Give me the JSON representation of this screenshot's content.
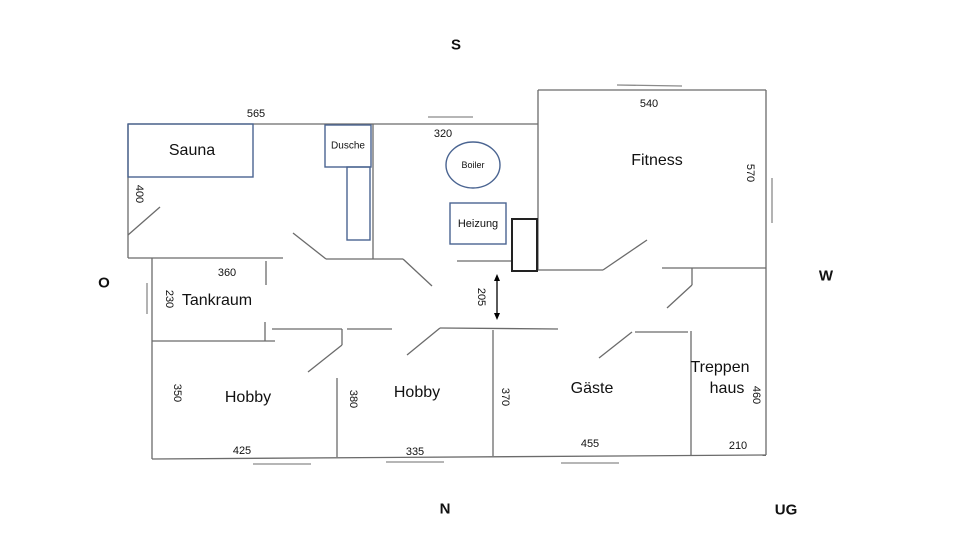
{
  "compass": {
    "south": "S",
    "north": "N",
    "east": "O",
    "west": "W",
    "level": "UG"
  },
  "rooms": {
    "sauna": "Sauna",
    "dusche": "Dusche",
    "boiler": "Boiler",
    "heizung": "Heizung",
    "fitness": "Fitness",
    "tankraum": "Tankraum",
    "hobby1": "Hobby",
    "hobby2": "Hobby",
    "gaeste": "Gäste",
    "treppen_line1": "Treppen",
    "treppen_line2": "haus"
  },
  "dimensions": {
    "top_left": "565",
    "top_mid": "320",
    "fitness_width": "540",
    "fitness_height": "570",
    "left_height": "400",
    "tank_width": "360",
    "tank_height": "230",
    "corridor": "205",
    "hobby1_height": "350",
    "hobby1_width": "425",
    "hobby2_height": "380",
    "hobby2_width": "335",
    "gaeste_height": "370",
    "gaeste_width": "455",
    "treppen_height": "460",
    "treppen_width": "210"
  }
}
